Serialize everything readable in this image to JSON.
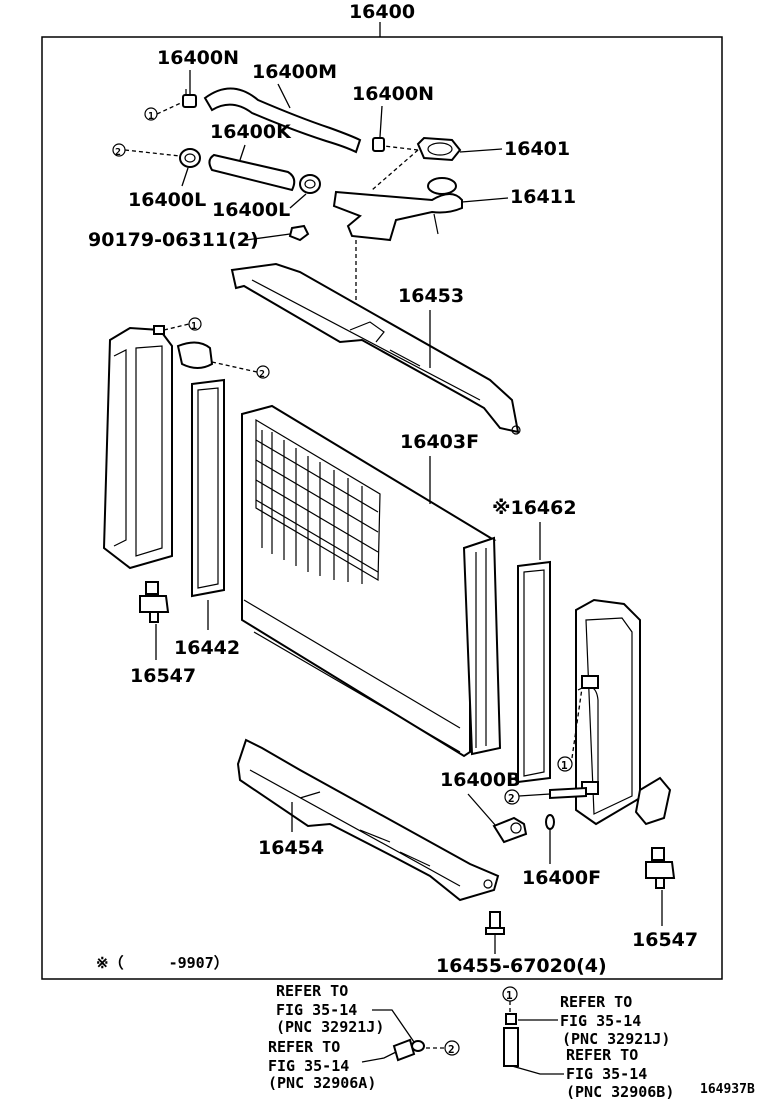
{
  "diagram": {
    "assembly": "16400",
    "parts": {
      "p16400N_a": "16400N",
      "p16400M": "16400M",
      "p16400N_b": "16400N",
      "p16400K": "16400K",
      "p16401": "16401",
      "p16400L_a": "16400L",
      "p16400L_b": "16400L",
      "p16411": "16411",
      "p90179": "90179-06311(2)",
      "p16453": "16453",
      "p16403F": "16403F",
      "p16462": "※16462",
      "p16442": "16442",
      "p16547_a": "16547",
      "p16400B": "16400B",
      "p16454": "16454",
      "p16400F": "16400F",
      "p16547_b": "16547",
      "p16455": "16455-67020(4)"
    },
    "footnote": "※（　　　-9907）",
    "markers": {
      "one": "1",
      "two": "2"
    },
    "refs": {
      "r1": {
        "line1": "REFER TO",
        "line2": "FIG 35-14",
        "line3": "(PNC 32921J)"
      },
      "r2": {
        "line1": "REFER TO",
        "line2": "FIG 35-14",
        "line3": "(PNC 32906A)"
      },
      "r3": {
        "line1": "REFER TO",
        "line2": "FIG 35-14",
        "line3": "(PNC 32921J)"
      },
      "r4": {
        "line1": "REFER TO",
        "line2": "FIG 35-14",
        "line3": "(PNC 32906B)"
      }
    },
    "figure_id": "164937B"
  }
}
